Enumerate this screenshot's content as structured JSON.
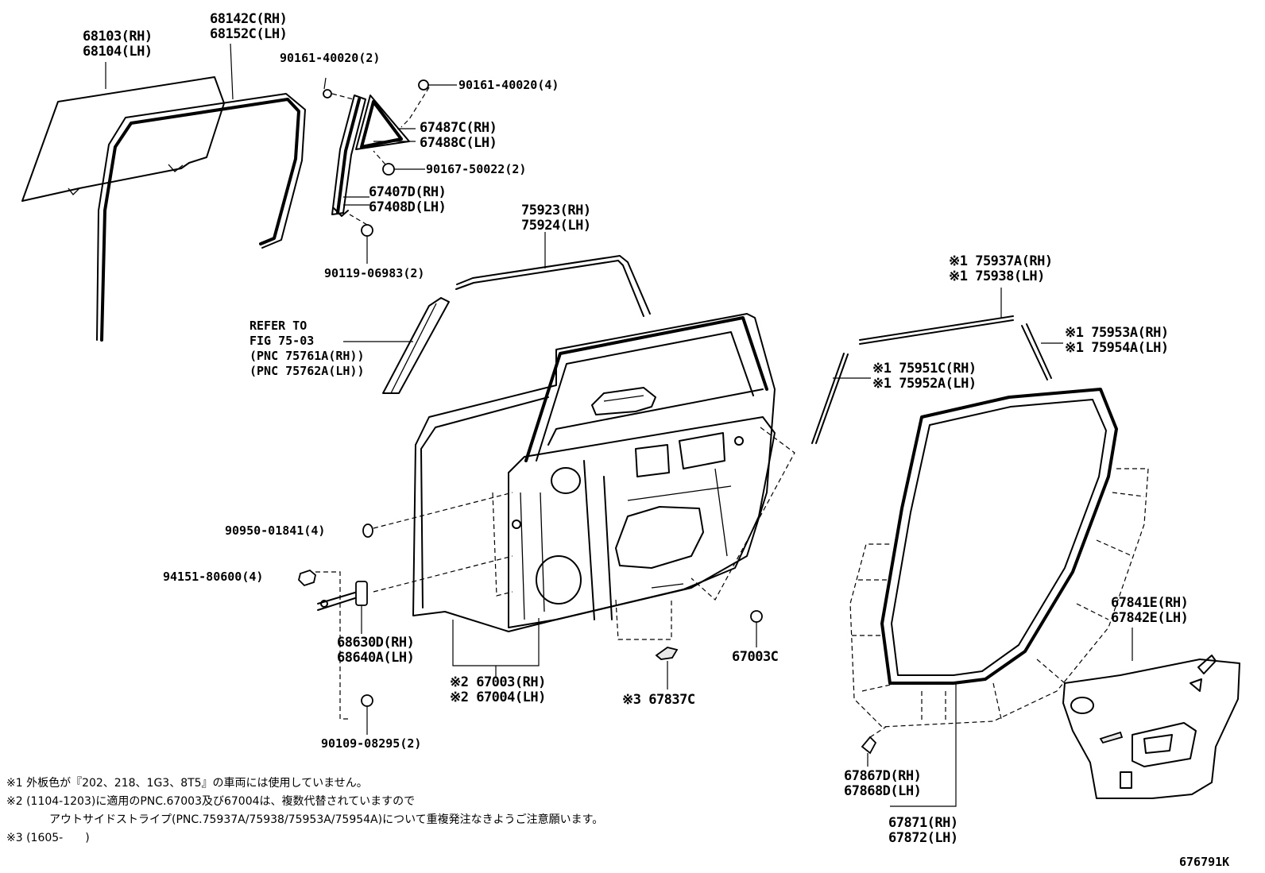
{
  "labels": {
    "p68103": "68103(RH)",
    "p68104": "68104(LH)",
    "p68142": "68142C(RH)",
    "p68152": "68152C(LH)",
    "p90161a": "90161-40020(2)",
    "p90161b": "90161-40020(4)",
    "p67487": "67487C(RH)",
    "p67488": "67488C(LH)",
    "p90167": "90167-50022(2)",
    "p67407": "67407D(RH)",
    "p67408": "67408D(LH)",
    "p90119": "90119-06983(2)",
    "p75923": "75923(RH)",
    "p75924": "75924(LH)",
    "p75937": "※1 75937A(RH)",
    "p75938": "※1 75938(LH)",
    "p75953": "※1 75953A(RH)",
    "p75954": "※1 75954A(LH)",
    "p75951": "※1 75951C(RH)",
    "p75952": "※1 75952A(LH)",
    "ref1": "REFER TO",
    "ref2": "FIG 75-03",
    "ref3": "(PNC 75761A(RH))",
    "ref4": "(PNC 75762A(LH))",
    "p90950": "90950-01841(4)",
    "p94151": "94151-80600(4)",
    "p68630": "68630D(RH)",
    "p68640": "68640A(LH)",
    "p67003r": "※2 67003(RH)",
    "p67004": "※2 67004(LH)",
    "p67837": "※3 67837C",
    "p67003c": "67003C",
    "p90109": "90109-08295(2)",
    "p67841": "67841E(RH)",
    "p67842": "67842E(LH)",
    "p67867": "67867D(RH)",
    "p67868": "67868D(LH)",
    "p67871": "67871(RH)",
    "p67872": "67872(LH)"
  },
  "notes": {
    "n1": "※1 外板色が『202、218、1G3、8T5』の車両には使用していません。",
    "n2": "※2 (1104-1203)に適用のPNC.67003及び67004は、複数代替されていますので",
    "n3": "アウトサイドストライプ(PNC.75937A/75938/75953A/75954A)について重複発注なきようご注意願います。",
    "n4": "※3 (1605-　　)"
  },
  "figure_id": "676791K"
}
